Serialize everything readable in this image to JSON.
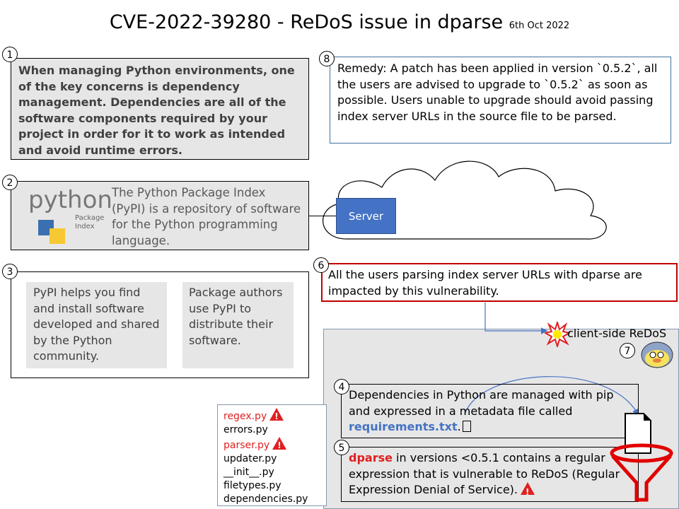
{
  "title": {
    "main": "CVE-2022-39280 - ReDoS issue in dparse",
    "date": "6th Oct 2022"
  },
  "box1": {
    "num": "1",
    "text": "When managing Python environments, one of the key concerns is dependency management. Dependencies are all of the software components required by your project in order for it to work as intended and avoid runtime errors."
  },
  "box2": {
    "num": "2",
    "logo_text": "python",
    "logo_sub": "Package Index",
    "text": "The Python Package Index (PyPI) is a repository of software for the Python programming language."
  },
  "box3": {
    "num": "3",
    "left": "PyPI helps you find and install software developed and shared by the Python community.",
    "right": "Package authors use PyPI to distribute their software."
  },
  "box4": {
    "num": "4",
    "text": "Dependencies in Python are managed with pip and expressed in a metadata file called ",
    "file": "requirements.txt",
    "end": "."
  },
  "box5": {
    "num": "5",
    "keyword": "dparse",
    "text": " in versions <0.5.1 contains a regular expression that is vulnerable to ReDoS (Regular Expression Denial of Service)."
  },
  "box6": {
    "num": "6",
    "text": "All the users parsing index server URLs with dparse are impacted by this vulnerability."
  },
  "box7": {
    "num": "7",
    "label": "client-side ReDoS"
  },
  "box8": {
    "num": "8",
    "text": "Remedy: A patch has been applied in version `0.5.2`, all the users are advised to upgrade to `0.5.2` as soon as possible. Users unable to upgrade should avoid passing index server URLs in the source file to be parsed."
  },
  "server": "Server",
  "files": [
    {
      "name": "regex.py",
      "flag": true
    },
    {
      "name": "errors.py",
      "flag": false
    },
    {
      "name": "parser.py",
      "flag": true
    },
    {
      "name": "updater.py",
      "flag": false
    },
    {
      "name": "__init__.py",
      "flag": false
    },
    {
      "name": "filetypes.py",
      "flag": false
    },
    {
      "name": "dependencies.py",
      "flag": false
    }
  ],
  "colors": {
    "gray": "#e7e6e6",
    "blue": "#4472c4",
    "red": "#e01f1f"
  }
}
